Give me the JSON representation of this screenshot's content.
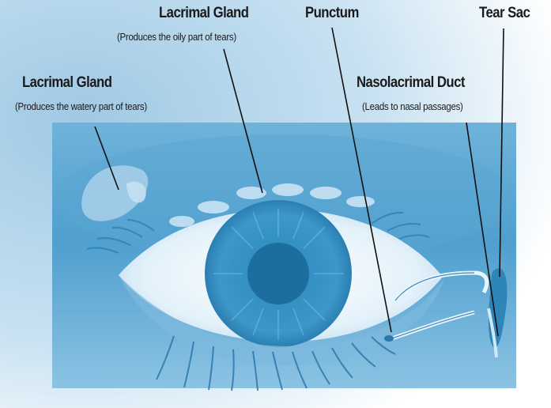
{
  "labels": {
    "gland_oily": {
      "title": "Lacrimal Gland",
      "sub": "(Produces the oily part of tears)"
    },
    "gland_watery": {
      "title": "Lacrimal Gland",
      "sub": "(Produces the watery part of tears)"
    },
    "punctum": {
      "title": "Punctum"
    },
    "tear_sac": {
      "title": "Tear Sac"
    },
    "duct": {
      "title": "Nasolacrimal Duct",
      "sub": "(Leads to nasal passages)"
    }
  },
  "colors": {
    "background_blue": "#b9d8ec",
    "image_blue": "#5aa6d2",
    "iris": "#2e8bbf",
    "pupil": "#1b6e9d",
    "leader_line": "#111111"
  }
}
